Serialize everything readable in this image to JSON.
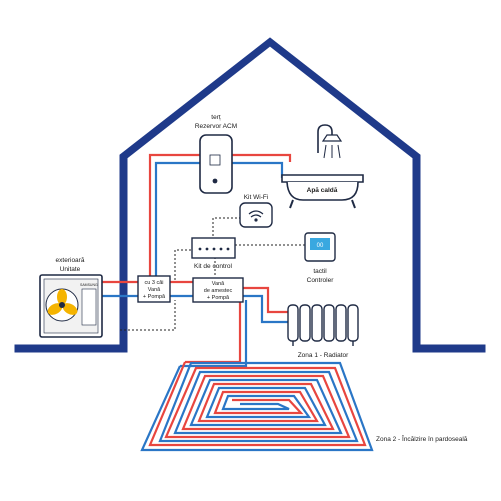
{
  "labels": {
    "tank_line1": "terț",
    "tank_line2": "Rezervor ACM",
    "hot_water": "Apă caldă",
    "wifi_kit": "Kit Wi-Fi",
    "control_kit": "Kit de control",
    "controller_line1": "tactil",
    "controller_line2": "Controler",
    "outdoor_line1": "exterioară",
    "outdoor_line2": "Unitate",
    "valve3_line1": "cu 3 căi",
    "valve3_line2": "Vană",
    "valve3_line3": "+ Pompă",
    "mix_line1": "Vană",
    "mix_line2": "de amestec",
    "mix_line3": "+ Pompă",
    "zone1": "Zona 1 - Radiator",
    "zone2": "Zona 2 - Încălzire în pardoseală",
    "brand": "SAMSUNG",
    "controller_screen": "00"
  },
  "colors": {
    "house": "#1f3a8a",
    "hot_pipe": "#e8463f",
    "cold_pipe": "#2a76c6",
    "accent_yellow": "#f5b400",
    "screen_blue": "#39a8e0"
  }
}
